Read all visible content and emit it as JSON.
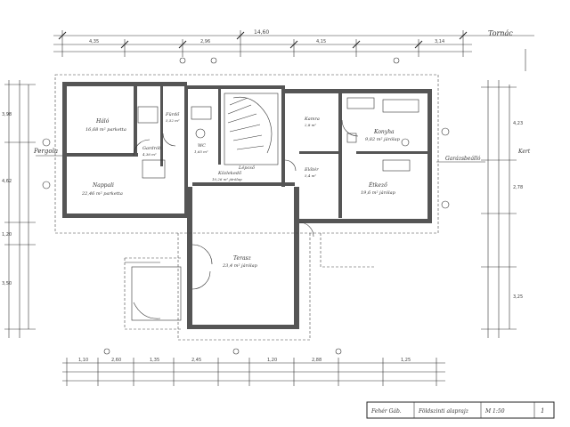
{
  "drawing": {
    "sheet_type": "floor plan",
    "direction_top_right": "Tornác",
    "direction_left": "Pergola",
    "direction_right": "Garázsbeálló",
    "title_block": {
      "left": "Fehér Gáb.",
      "middle": "Földszinti alaprajz",
      "scale": "M 1:50",
      "sheet_number": "1"
    }
  },
  "rooms": [
    {
      "id": "r1",
      "name": "Háló",
      "area": "16,68 m² parketta"
    },
    {
      "id": "r2",
      "name": "Fürdő",
      "area": "5,52 m²"
    },
    {
      "id": "r3",
      "name": "WC",
      "area": "1,65 m²"
    },
    {
      "id": "r4",
      "name": "Gardrób",
      "area": "4,36 m²"
    },
    {
      "id": "r5",
      "name": "Nappali",
      "area": "22,46 m² parketta"
    },
    {
      "id": "r6",
      "name": "Közlekedő",
      "area": "10,26 m² járólap"
    },
    {
      "id": "r7",
      "name": "Kamra",
      "area": "2,8 m²"
    },
    {
      "id": "r8",
      "name": "Konyha",
      "area": "9,82 m² járólap"
    },
    {
      "id": "r9",
      "name": "Étkező",
      "area": "19,6 m² járólap"
    },
    {
      "id": "r10",
      "name": "Előtér",
      "area": "5,4 m²"
    },
    {
      "id": "r11",
      "name": "Terasz",
      "area": "23,4 m² járólap"
    },
    {
      "id": "r12",
      "name": "Lépcső",
      "area": ""
    }
  ],
  "dimensions": {
    "top_total": "14,60",
    "top_parts": [
      "4,35",
      "2,96",
      "4,15",
      "3,14"
    ],
    "bottom_parts": [
      "1,10",
      "2,60",
      "1,35",
      "2,45",
      "1,20",
      "2,88",
      "1,25"
    ],
    "left_parts": [
      "3,98",
      "4,62",
      "1,20",
      "3,50"
    ],
    "right_parts": [
      "4,23",
      "2,78",
      "3,25"
    ]
  }
}
